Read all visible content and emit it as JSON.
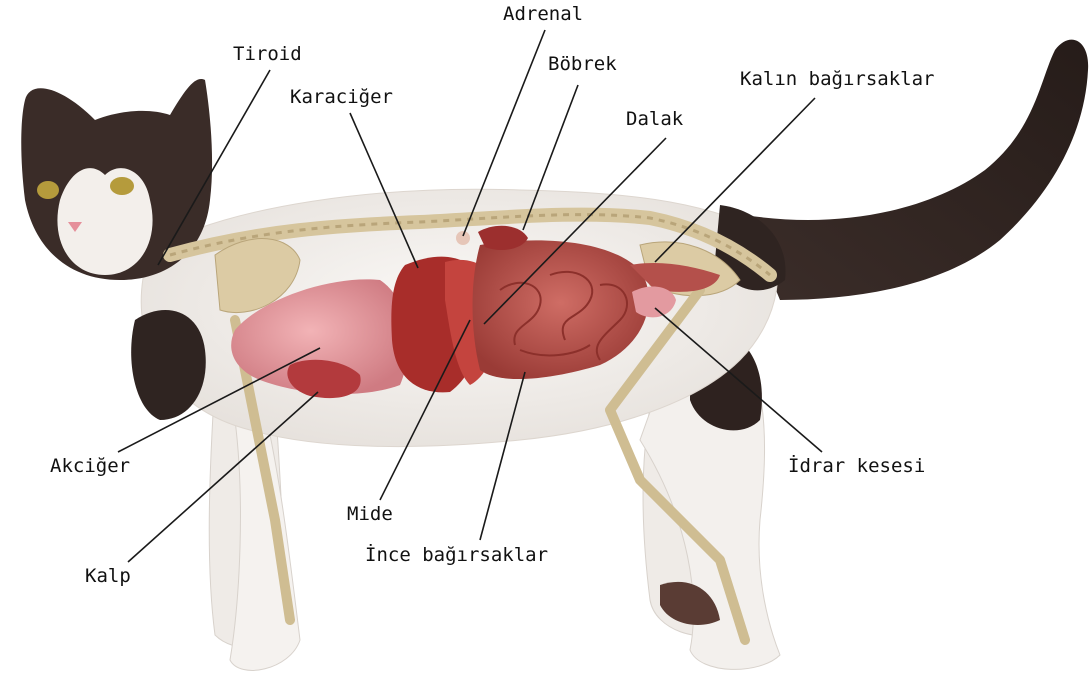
{
  "labels": {
    "adrenal": "Adrenal",
    "tiroid": "Tiroid",
    "bobrek": "Böbrek",
    "kalin_bagirsaklar": "Kalın bağırsaklar",
    "karaciger": "Karaciğer",
    "dalak": "Dalak",
    "akciger": "Akciğer",
    "idrar_kesesi": "İdrar kesesi",
    "mide": "Mide",
    "ince_bagirsaklar": "İnce bağırsaklar",
    "kalp": "Kalp"
  },
  "colors": {
    "fur_dark": "#3a2c28",
    "fur_white": "#f2efec",
    "bone": "#d9c9a3",
    "organ_red": "#a8322e",
    "lung_pink": "#d98a90",
    "intestine": "#b5524c"
  }
}
